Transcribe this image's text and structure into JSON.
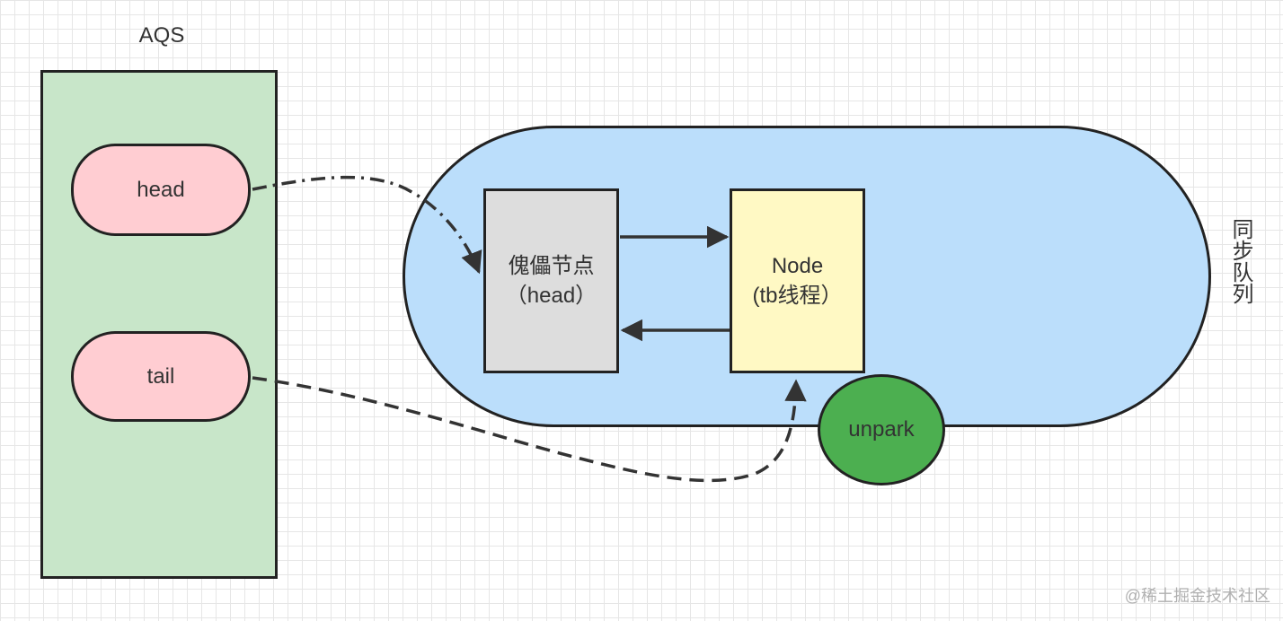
{
  "aqs": {
    "title": "AQS",
    "head_label": "head",
    "tail_label": "tail"
  },
  "queue": {
    "label": "同步队列"
  },
  "nodes": {
    "dummy": {
      "line1": "傀儡节点",
      "line2": "（head）"
    },
    "tb": {
      "line1": "Node",
      "line2": "(tb线程）"
    }
  },
  "unpark_label": "unpark",
  "watermark": "@稀土掘金技术社区",
  "colors": {
    "aqs_fill": "#c8e6c9",
    "head_tail_fill": "#ffcdd2",
    "queue_fill": "#bbdefb",
    "dummy_fill": "#dddddd",
    "tb_fill": "#fff9c4",
    "unpark_fill": "#4caf50",
    "stroke": "#222222"
  }
}
